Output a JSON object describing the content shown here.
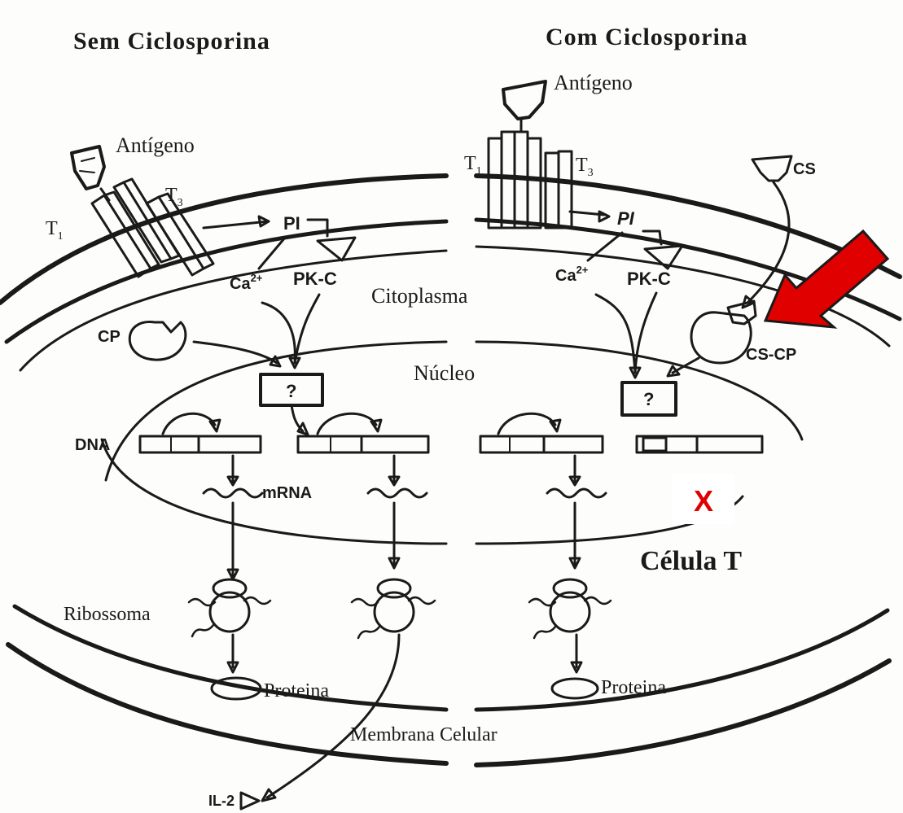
{
  "headings": {
    "left": "Sem Ciclosporina",
    "right": "Com Ciclosporina"
  },
  "labels": {
    "antigen_left": "Antígeno",
    "antigen_right": "Antígeno",
    "t1": "T",
    "t1_sub": "1",
    "t3": "T",
    "t3_sub": "3",
    "pi": "PI",
    "ca": "Ca",
    "ca_sup": "2+",
    "pkc": "PK-C",
    "cytoplasm": "Citoplasma",
    "cp": "CP",
    "cs": "CS",
    "cs_cp": "CS-CP",
    "nucleus": "Núcleo",
    "unknown_factor": "?",
    "dna": "DNA",
    "mrna": "mRNA",
    "cell": "Célula T",
    "ribosome": "Ribossoma",
    "protein": "Proteina",
    "membrane": "Membrana Celular",
    "il2": "IL-2",
    "block_mark": "X"
  },
  "colors": {
    "ink": "#1a1a1a",
    "highlight_arrow": "#e00000",
    "block_mark": "#e00000",
    "paper": "#fdfdfb"
  }
}
